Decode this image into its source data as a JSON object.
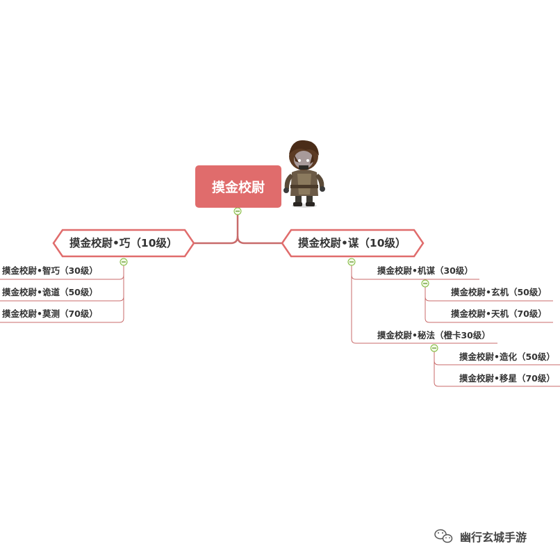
{
  "root": {
    "label": "摸金校尉"
  },
  "left_branch": {
    "label": "摸金校尉•巧（10级）",
    "children": [
      {
        "label": "摸金校尉•智巧（30级）"
      },
      {
        "label": "摸金校尉•诡道（50级）"
      },
      {
        "label": "摸金校尉•莫测（70级）"
      }
    ]
  },
  "right_branch": {
    "label": "摸金校尉•谋（10级）",
    "children": [
      {
        "label": "摸金校尉•机谋（30级）",
        "children": [
          {
            "label": "摸金校尉•玄机（50级）"
          },
          {
            "label": "摸金校尉•天机（70级）"
          }
        ]
      },
      {
        "label": "摸金校尉•秘法（橙卡30级）",
        "children": [
          {
            "label": "摸金校尉•造化（50级）"
          },
          {
            "label": "摸金校尉•移星（70级）"
          }
        ]
      }
    ]
  },
  "watermark": {
    "text": "幽行玄城手游",
    "icon": "wechat-icon"
  },
  "colors": {
    "line": "#c86a6a",
    "root_fill": "#e06c6c",
    "hex_stroke": "#e06c6c",
    "collapse_stroke": "#7fb83a",
    "collapse_fill": "#f3fbe8"
  }
}
